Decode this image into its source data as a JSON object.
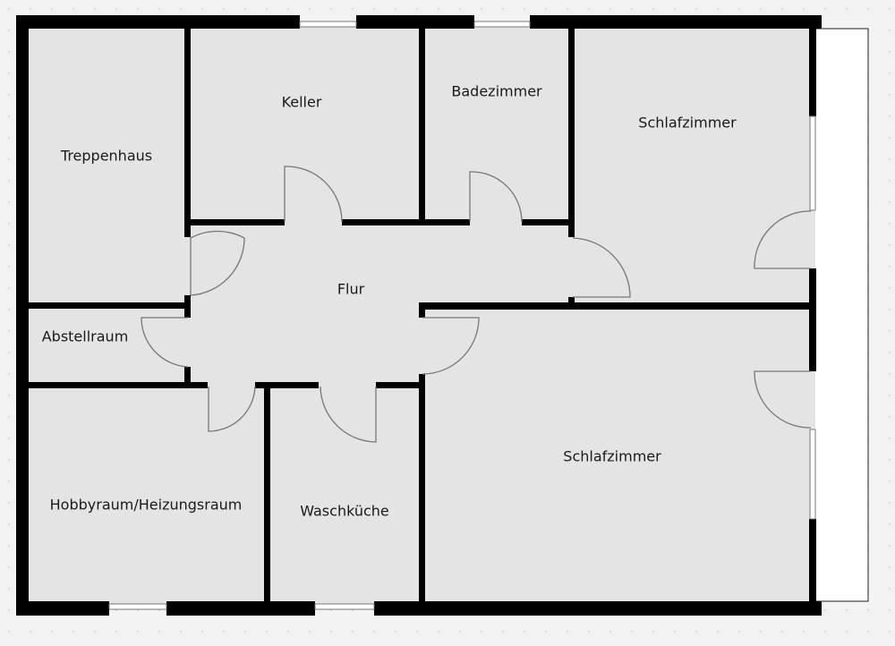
{
  "plan": {
    "rooms": [
      {
        "name": "Treppenhaus"
      },
      {
        "name": "Keller"
      },
      {
        "name": "Badezimmer"
      },
      {
        "name": "Schlafzimmer"
      },
      {
        "name": "Flur"
      },
      {
        "name": "Abstellraum"
      },
      {
        "name": "Hobbyraum/Heizungsraum"
      },
      {
        "name": "Waschküche"
      },
      {
        "name": "Schlafzimmer"
      }
    ],
    "colors": {
      "floor": "#e4e4e4",
      "wall": "#000000",
      "background": "#f3f3f3",
      "balcony": "#ffffff"
    }
  }
}
